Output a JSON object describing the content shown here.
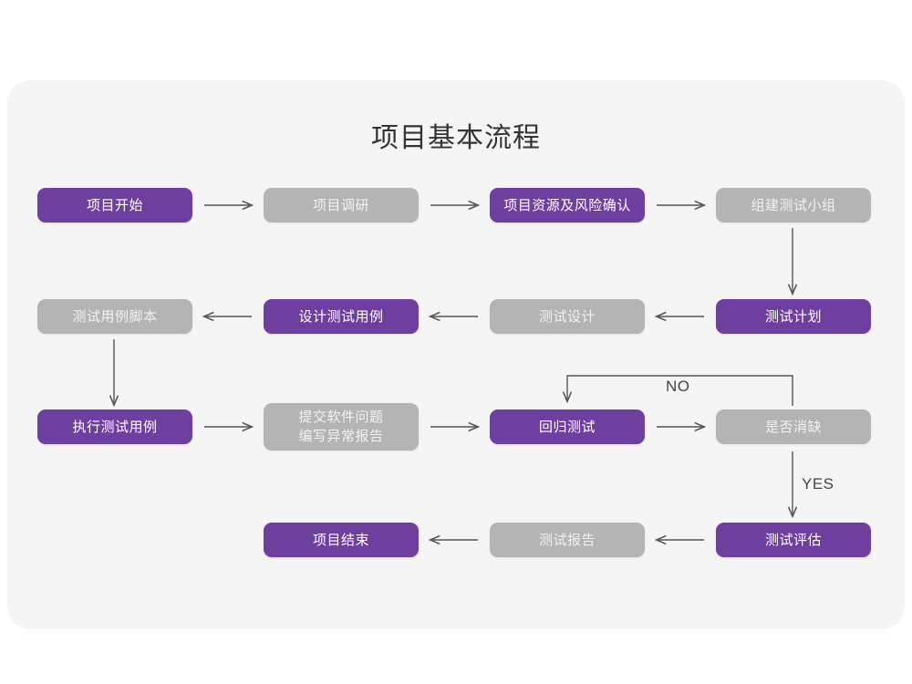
{
  "page": {
    "background": "#ffffff",
    "panel_background": "#f5f5f5"
  },
  "title": "项目基本流程",
  "colors": {
    "purple": "#6f3fa0",
    "gray": "#b4b4b4",
    "arrow": "#555555",
    "title_text": "#333333"
  },
  "nodes": [
    {
      "id": "n1",
      "label": "项目开始",
      "style": "purple",
      "row": 1,
      "col": 1
    },
    {
      "id": "n2",
      "label": "项目调研",
      "style": "gray",
      "row": 1,
      "col": 2
    },
    {
      "id": "n3",
      "label": "项目资源及风险确认",
      "style": "purple",
      "row": 1,
      "col": 3
    },
    {
      "id": "n4",
      "label": "组建测试小组",
      "style": "gray",
      "row": 1,
      "col": 4
    },
    {
      "id": "n5",
      "label": "测试用例脚本",
      "style": "gray",
      "row": 2,
      "col": 1
    },
    {
      "id": "n6",
      "label": "设计测试用例",
      "style": "purple",
      "row": 2,
      "col": 2
    },
    {
      "id": "n7",
      "label": "测试设计",
      "style": "gray",
      "row": 2,
      "col": 3
    },
    {
      "id": "n8",
      "label": "测试计划",
      "style": "purple",
      "row": 2,
      "col": 4
    },
    {
      "id": "n9",
      "label": "执行测试用例",
      "style": "purple",
      "row": 3,
      "col": 1
    },
    {
      "id": "n10",
      "label": "提交软件问题\n编写异常报告",
      "style": "gray",
      "row": 3,
      "col": 2
    },
    {
      "id": "n11",
      "label": "回归测试",
      "style": "purple",
      "row": 3,
      "col": 3
    },
    {
      "id": "n12",
      "label": "是否消缺",
      "style": "gray",
      "row": 3,
      "col": 4
    },
    {
      "id": "n13",
      "label": "项目结束",
      "style": "purple",
      "row": 4,
      "col": 2
    },
    {
      "id": "n14",
      "label": "测试报告",
      "style": "gray",
      "row": 4,
      "col": 3
    },
    {
      "id": "n15",
      "label": "测试评估",
      "style": "purple",
      "row": 4,
      "col": 4
    }
  ],
  "edge_labels": {
    "no": "NO",
    "yes": "YES"
  },
  "edges": [
    {
      "from": "n1",
      "to": "n2",
      "direction": "right"
    },
    {
      "from": "n2",
      "to": "n3",
      "direction": "right"
    },
    {
      "from": "n3",
      "to": "n4",
      "direction": "right"
    },
    {
      "from": "n4",
      "to": "n8",
      "direction": "down"
    },
    {
      "from": "n8",
      "to": "n7",
      "direction": "left"
    },
    {
      "from": "n7",
      "to": "n6",
      "direction": "left"
    },
    {
      "from": "n6",
      "to": "n5",
      "direction": "left"
    },
    {
      "from": "n5",
      "to": "n9",
      "direction": "down"
    },
    {
      "from": "n9",
      "to": "n10",
      "direction": "right"
    },
    {
      "from": "n10",
      "to": "n11",
      "direction": "right"
    },
    {
      "from": "n11",
      "to": "n12",
      "direction": "right"
    },
    {
      "from": "n12",
      "to": "n11",
      "direction": "loop-up",
      "label": "NO"
    },
    {
      "from": "n12",
      "to": "n15",
      "direction": "down",
      "label": "YES"
    },
    {
      "from": "n15",
      "to": "n14",
      "direction": "left"
    },
    {
      "from": "n14",
      "to": "n13",
      "direction": "left"
    }
  ]
}
